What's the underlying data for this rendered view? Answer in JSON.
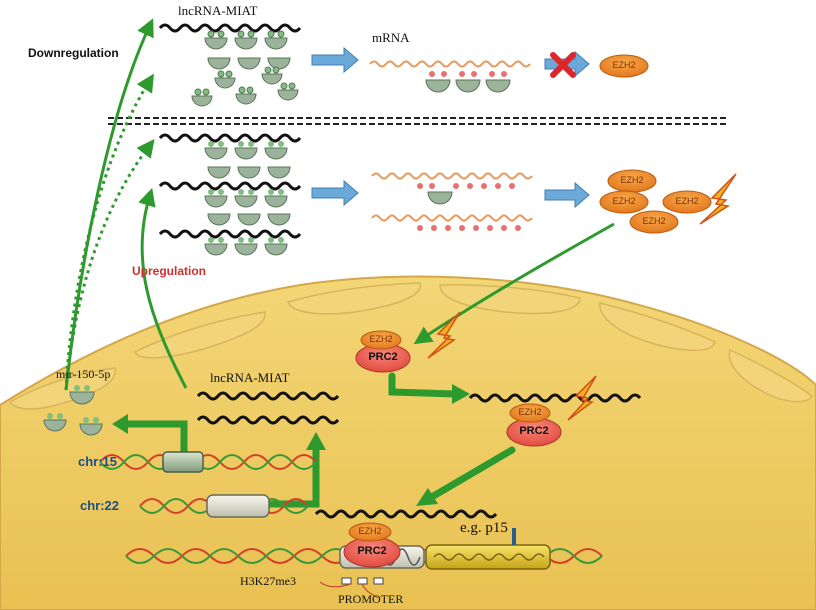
{
  "labels": {
    "downregulation": "Downregulation",
    "upregulation": "Upregulation",
    "lncrna_top": "lncRNA-MIAT",
    "mrna": "mRNA",
    "lncrna_cell": "lncRNA-MIAT",
    "mir": "mir-150-5p",
    "chr15": "chr:15",
    "chr22": "chr:22",
    "ezh2": "EZH2",
    "prc2": "PRC2",
    "gene": "e.g. p15",
    "h3k27me3": "H3K27me3",
    "promoter": "PROMOTER"
  },
  "colors": {
    "green_arrow": "#2e9a2e",
    "blue_arrow": "#6aa9d8",
    "ezh2_fill": "#f08a24",
    "prc2_fill": "#ee5c50",
    "cell_fill": "#f5d776",
    "down_label": "#111111",
    "up_label": "#d03030",
    "chr_label": "#1f4e8c",
    "mrna_strand": "#e89a5a",
    "mir_wedge": "#9bb39b",
    "lightning": "#f2b21b",
    "red_cross": "#e0252a"
  }
}
